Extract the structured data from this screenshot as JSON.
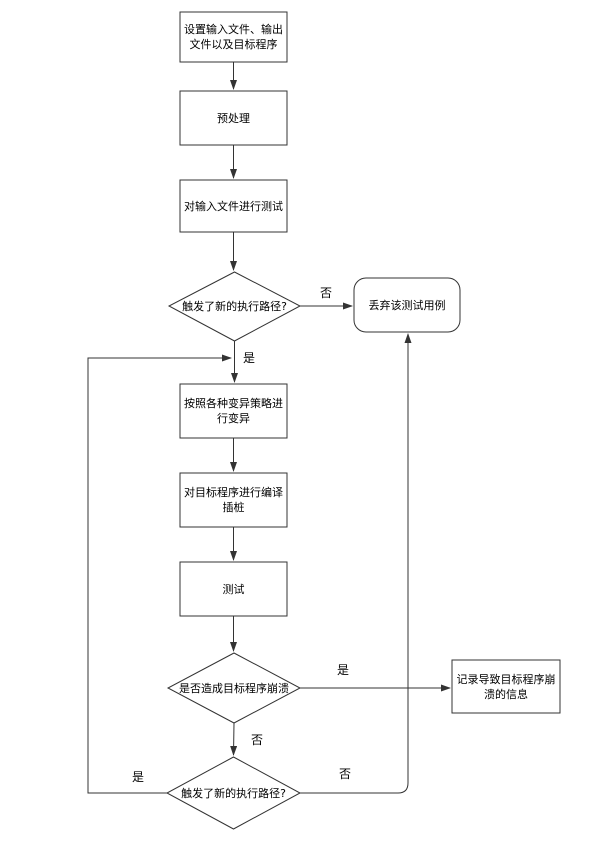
{
  "diagram": {
    "type": "flowchart",
    "colors": {
      "line": "#333333",
      "node_fill": "#ffffff",
      "text": "#000000",
      "background": "#ffffff"
    },
    "nodes": {
      "setup": {
        "shape": "rect",
        "label": "设置输入文件、输出文件以及目标程序"
      },
      "preprocess": {
        "shape": "rect",
        "label": "预处理"
      },
      "test_input": {
        "shape": "rect",
        "label": "对输入文件进行测试"
      },
      "new_path_check_1": {
        "shape": "diamond",
        "label": "触发了新的执行路径?"
      },
      "discard_testcase": {
        "shape": "rounded_rect",
        "label": "丢弃该测试用例"
      },
      "mutate": {
        "shape": "rect",
        "label": "按照各种变异策略进行变异"
      },
      "compile_instrument": {
        "shape": "rect",
        "label": "对目标程序进行编译插桩"
      },
      "test": {
        "shape": "rect",
        "label": "测试"
      },
      "crash_check": {
        "shape": "diamond",
        "label": "是否造成目标程序崩溃"
      },
      "record_crash_info": {
        "shape": "rect",
        "label": "记录导致目标程序崩溃的信息"
      },
      "new_path_check_2": {
        "shape": "diamond",
        "label": "触发了新的执行路径?"
      }
    },
    "edge_labels": {
      "new_path_1_no": "否",
      "new_path_1_yes": "是",
      "crash_yes": "是",
      "crash_no": "否",
      "new_path_2_yes": "是",
      "new_path_2_no": "否"
    }
  }
}
